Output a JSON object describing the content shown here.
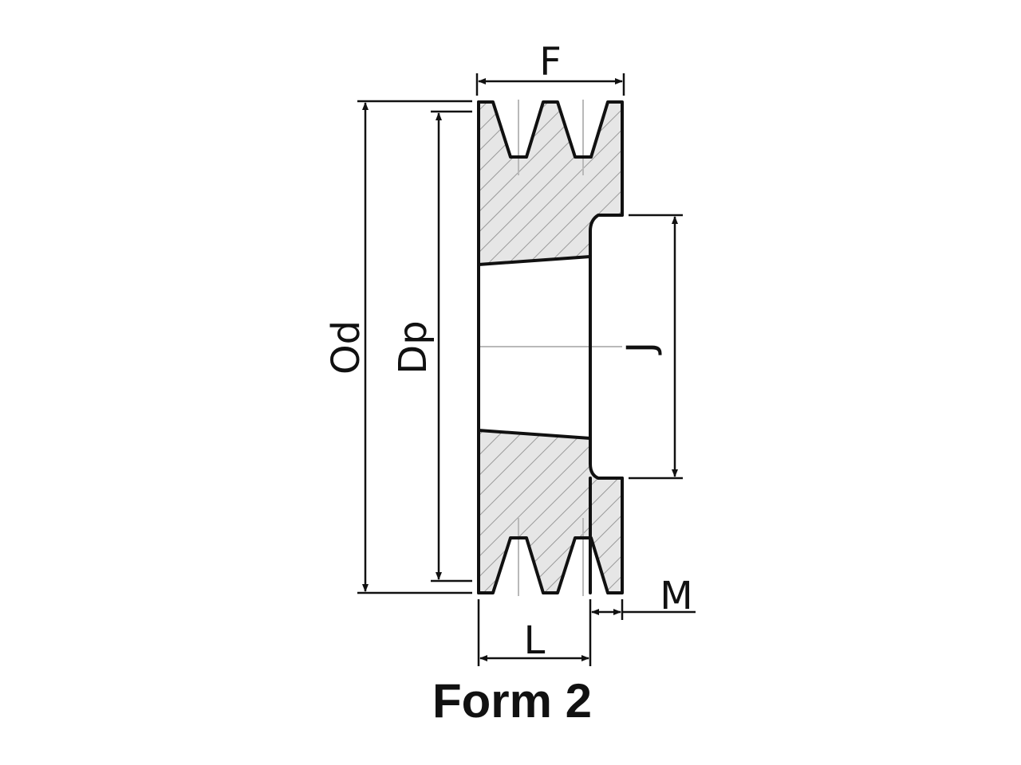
{
  "title": "Form 2",
  "labels": {
    "face_width": "F",
    "outside_diameter": "Od",
    "pitch_diameter": "Dp",
    "hub_diameter": "J",
    "hub_length": "L",
    "hub_offset": "M"
  },
  "colors": {
    "line": "#111111",
    "hatch_fill": "#e6e6e6",
    "hatch_line": "#9a9a9a",
    "center_line": "#b9b9b9"
  }
}
